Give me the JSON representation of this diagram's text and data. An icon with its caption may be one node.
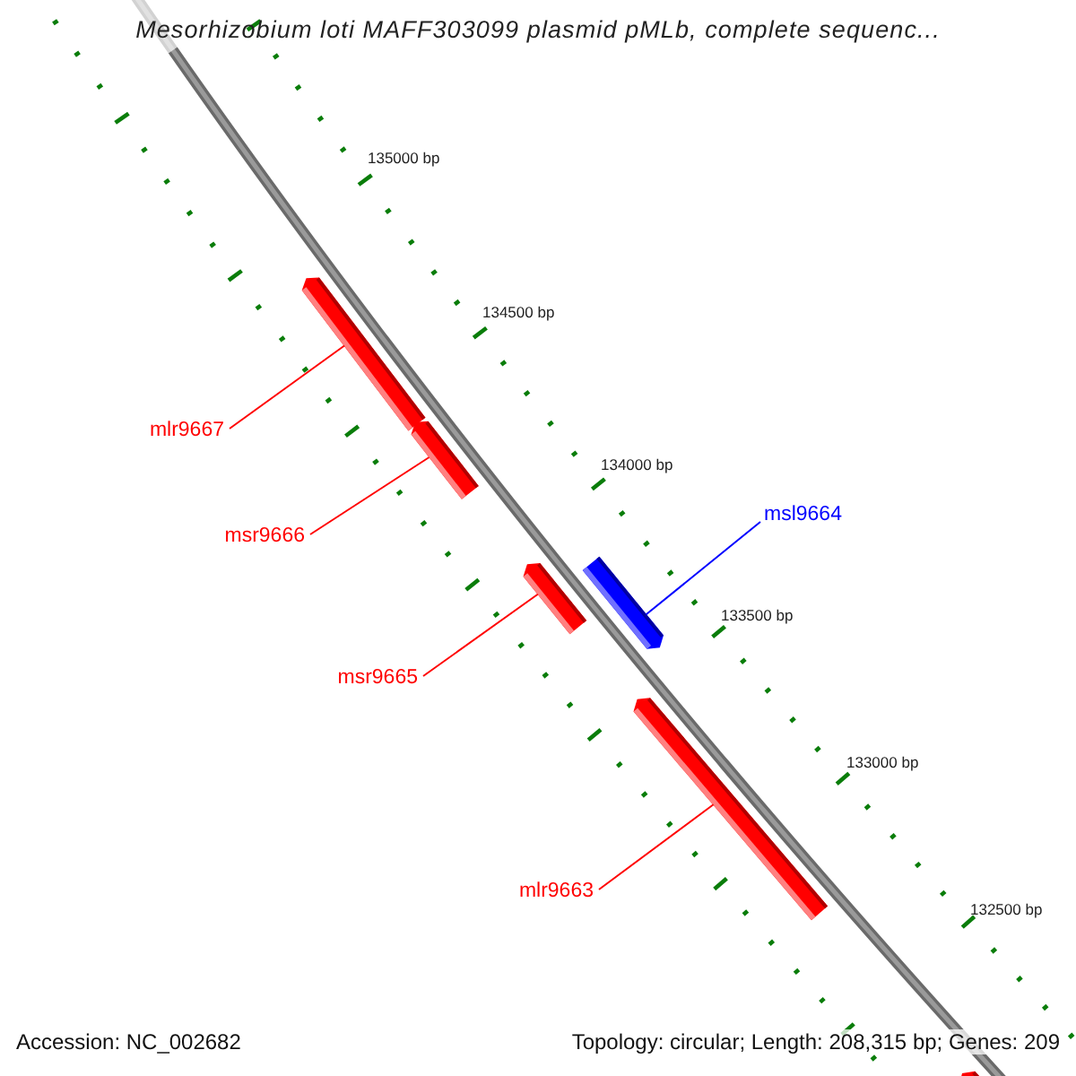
{
  "diagram": {
    "title": "Mesorhizobium loti MAFF303099 plasmid pMLb, complete sequenc...",
    "nodes": [
      {
        "text": [],
        "shape": "bar"
      },
      {
        "text": [],
        "shape": "bar"
      },
      {
        "text": [
          "mlr9667"
        ]
      },
      {
        "text": [
          "msl9664"
        ]
      },
      {
        "text": [
          "msr9666"
        ]
      },
      {
        "text": [],
        "shape": "bar"
      },
      {
        "text": [],
        "shape": "bar"
      },
      {
        "text": [
          "msr9665"
        ]
      },
      {
        "text": [],
        "shape": "bar"
      },
      {
        "text": [
          "mlr9663"
        ]
      },
      {
        "text": [],
        "shape": "bar"
      }
    ],
    "edges": [
      {
        "from": 2,
        "to": 0,
        "arrow": "none"
      },
      {
        "from": 3,
        "to": 6,
        "arrow": "none",
        "color": "#0000ff"
      },
      {
        "from": 4,
        "to": 1,
        "arrow": "none"
      },
      {
        "from": 7,
        "to": 5,
        "arrow": "none"
      },
      {
        "from": 9,
        "to": 8,
        "arrow": "none"
      }
    ],
    "labels": [
      "135000 bp",
      "134500 bp",
      "134000 bp",
      "133500 bp",
      "133000 bp",
      "132500 bp",
      "Accession: NC_002682",
      "Topology: circular; Length: 208,315 bp; Genes: 209"
    ]
  }
}
